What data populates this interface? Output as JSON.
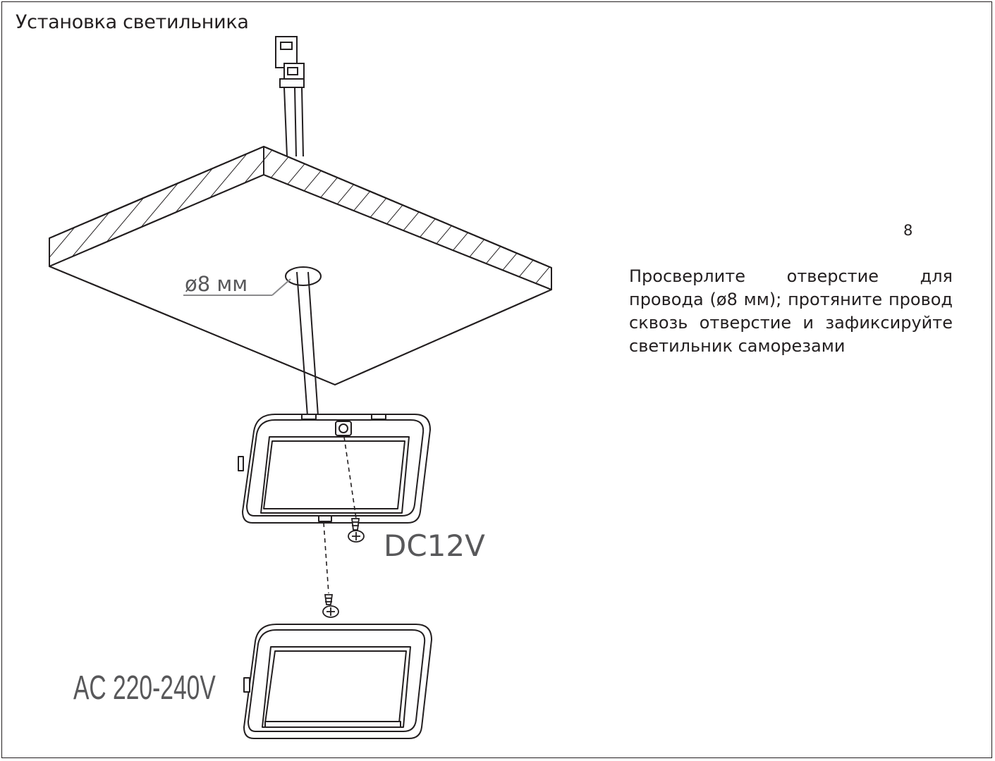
{
  "page": {
    "title": "Установка светильника",
    "page_number": "8"
  },
  "instruction": {
    "text": "Просверлите отверстие для провода (ø8 мм); протяните провод сквозь от­верстие и зафиксируйте светильник саморезами"
  },
  "diagram": {
    "hole_label": "ø8 мм",
    "dc_label": "DC12V",
    "ac_label": "AC 220-240V",
    "line_color": "#231f20",
    "label_color": "#58585a"
  }
}
